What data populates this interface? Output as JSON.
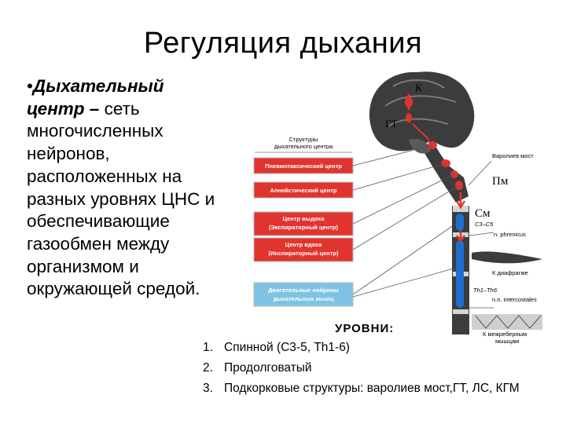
{
  "slide": {
    "title": "Регуляция дыхания",
    "bullet_term": "Дыхательный центр –",
    "bullet_text": "сеть многочисленных нейронов, расположенных на разных уровнях ЦНС и обеспечивающие газообмен между организмом и окружающей средой."
  },
  "diagram": {
    "structures_caption": "Структуры дыхательного центра",
    "boxes": [
      {
        "label": "Пневмотаксический центр"
      },
      {
        "label": "Апнейстический центр"
      },
      {
        "label": "Центр выдоха (Экспираторный центр)"
      },
      {
        "label": "Центр вдоха (Инспираторный центр)"
      },
      {
        "label": "Двигательные нейроны дыхательных мышц"
      }
    ],
    "brain_labels": {
      "k": "К",
      "gt": "ГТ"
    },
    "side_labels": {
      "pons": "Варолиев мост",
      "pm": "Пм",
      "sm": "См",
      "c3c5": "C3–C5",
      "phrenicus": "n. phrenicus",
      "diaphragm": "К диафрагме",
      "th1th6": "Th1–Th6",
      "intercostales": "n.n. intercostales",
      "intercostal_muscles": "К межреберным мышцам"
    },
    "colors": {
      "box_red": "#e0342f",
      "box_blue": "#7ec3e3",
      "brain_dark": "#3c3c3c",
      "cord_blue": "#1f6fd1",
      "arrow_red": "#e0342f"
    }
  },
  "levels": {
    "heading": "УРОВНИ:",
    "items": [
      {
        "num": "1.",
        "text": "Спинной (С3-5, Th1-6)"
      },
      {
        "num": "2.",
        "text": "Продолговатый"
      },
      {
        "num": "3.",
        "text": "Подкорковые структуры: варолиев мост,ГТ, ЛС, КГМ"
      }
    ]
  }
}
